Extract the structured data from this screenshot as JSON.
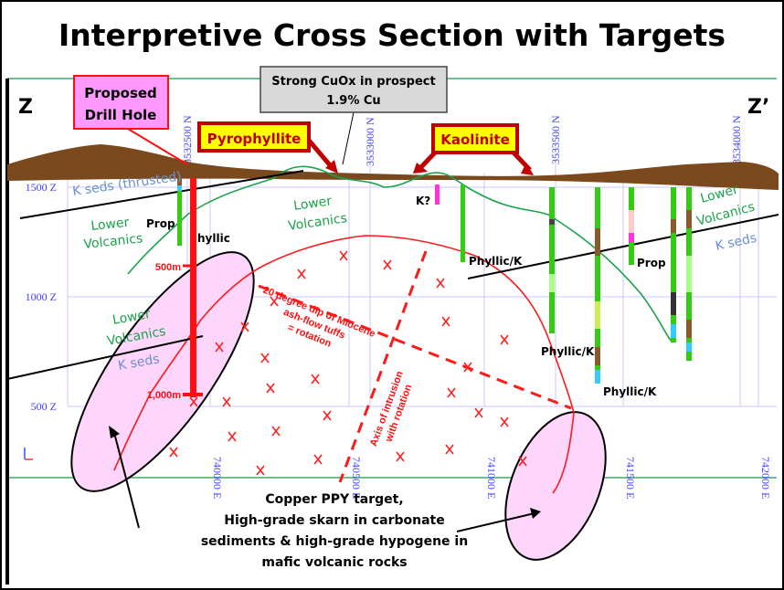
{
  "title": "Interpretive Cross Section with Targets",
  "section_ends": {
    "left": "Z",
    "right": "Z’"
  },
  "callouts": {
    "proposed_drill_hole": [
      "Proposed",
      "Drill Hole"
    ],
    "cuox": [
      "Strong CuOx in prospect",
      "1.9% Cu"
    ],
    "pyrophyllite": "Pyrophyllite",
    "kaolinite": "Kaolinite"
  },
  "northing_labels": [
    "3532500 N",
    "3533000 N",
    "3533500 N",
    "3534000 N"
  ],
  "easting_labels": [
    "740000 E",
    "740500 E",
    "741000 E",
    "741500 E",
    "742000 E"
  ],
  "elevation_labels": [
    "1500 Z",
    "1000 Z",
    "500 Z"
  ],
  "units": {
    "k_seds_thrusted": "K seds (thrusted)",
    "lower_volcanics": "Lower Volcanics",
    "lower": "Lower",
    "volcanics": "Volcanics",
    "k_seds": "K seds"
  },
  "hole_labels": {
    "prop": "Prop",
    "phyllic": "hyllic",
    "k_q": "K?",
    "phyllic_k": "Phyllic/K"
  },
  "depth_marks": {
    "m500": "500m",
    "m1000": "1,000m"
  },
  "interpretation": {
    "dip": [
      "20 degree dip of Miocene",
      "ash-flow tuffs",
      "= rotation"
    ],
    "axis": [
      "Axis of intrusion",
      "with rotation"
    ]
  },
  "target": [
    "Copper PPY target,",
    "High-grade skarn in carbonate",
    "sediments & high-grade hypogene in",
    "mafic volcanic rocks"
  ],
  "colors": {
    "terrain": "#7a4a1e",
    "intrusion": "#ff1a1a",
    "target_fill": "#ffd6fb",
    "contact": "#1aa34a"
  }
}
